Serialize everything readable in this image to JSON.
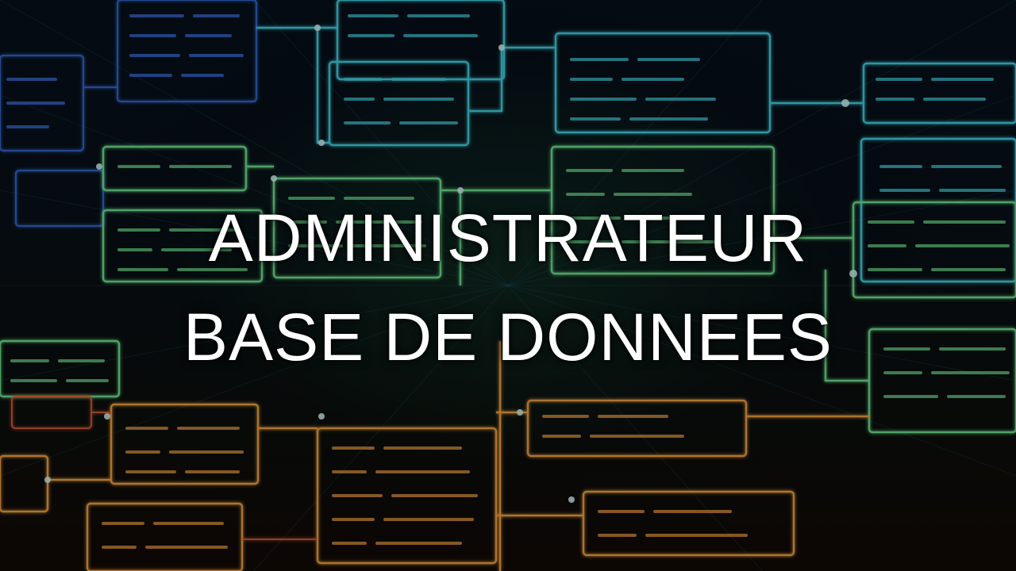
{
  "title": {
    "line1": "ADMINISTRATEUR",
    "line2": "BASE DE DONNEES"
  },
  "colors": {
    "background": "#05090d",
    "text": "#ffffff",
    "cyan": "#4fd6e8",
    "green": "#6fe08a",
    "orange": "#f0953a",
    "blue": "#3a6fe0"
  },
  "image_motif": "database-schema-network"
}
